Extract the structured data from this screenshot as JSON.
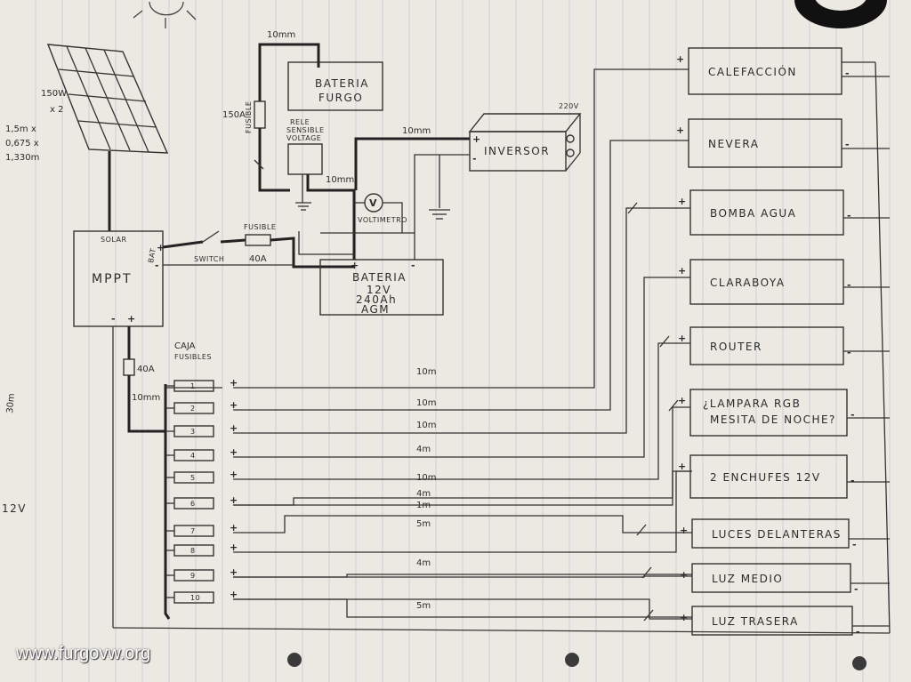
{
  "solar_panel": {
    "spec": [
      "150W",
      "x 2",
      "1,5m x",
      "0,675 x",
      "1,330m"
    ]
  },
  "mppt": {
    "title": "MPPT",
    "solar_label": "SOLAR",
    "bat_label": "BAT",
    "plus": "+",
    "minus": "-"
  },
  "switch_label": "SWITCH",
  "fuse_40a": {
    "label": "FUSIBLE",
    "value": "40A"
  },
  "fuse_40a_low": {
    "value": "40A",
    "cable": "10mm"
  },
  "battery_main": {
    "lines": [
      "BATERIA",
      "12V",
      "240Ah",
      "AGM"
    ],
    "plus": "+",
    "minus": "-"
  },
  "battery_van": {
    "lines": [
      "BATERIA",
      "FURGO"
    ],
    "top_cable": "10mm"
  },
  "fuse_150a": {
    "label": "150A",
    "sub": "FUSIBLE"
  },
  "relay": {
    "lines": [
      "RELE",
      "SENSIBLE",
      "VOLTAGE"
    ],
    "cable": "10mm"
  },
  "voltmeter": {
    "symbol": "V",
    "label": "VOLTIMETRO"
  },
  "inverter": {
    "label": "INVERSOR",
    "voltage": "220V",
    "cable": "10mm",
    "plus": "+",
    "minus": "-"
  },
  "fuse_box": {
    "title": [
      "CAJA",
      "FUSIBLES"
    ],
    "numbers": [
      "1",
      "2",
      "3",
      "4",
      "5",
      "6",
      "7",
      "8",
      "9",
      "10"
    ]
  },
  "cable_lengths": [
    "10m",
    "10m",
    "10m",
    "4m",
    "10m",
    "4m",
    "1m",
    "5m",
    "4m",
    "5m"
  ],
  "loads": [
    {
      "label": "CALEFACCIÓN"
    },
    {
      "label": "NEVERA"
    },
    {
      "label": "BOMBA AGUA"
    },
    {
      "label": "CLARABOYA"
    },
    {
      "label": "ROUTER"
    },
    {
      "label": "¿LAMPARA RGB",
      "label2": "MESITA DE NOCHE?"
    },
    {
      "label": "2 ENCHUFES 12V"
    },
    {
      "label": "LUCES DELANTERAS"
    },
    {
      "label": "LUZ MEDIO"
    },
    {
      "label": "LUZ TRASERA"
    }
  ],
  "margin_notes": [
    "30m",
    "12V"
  ],
  "watermark": "www.furgovw.org"
}
